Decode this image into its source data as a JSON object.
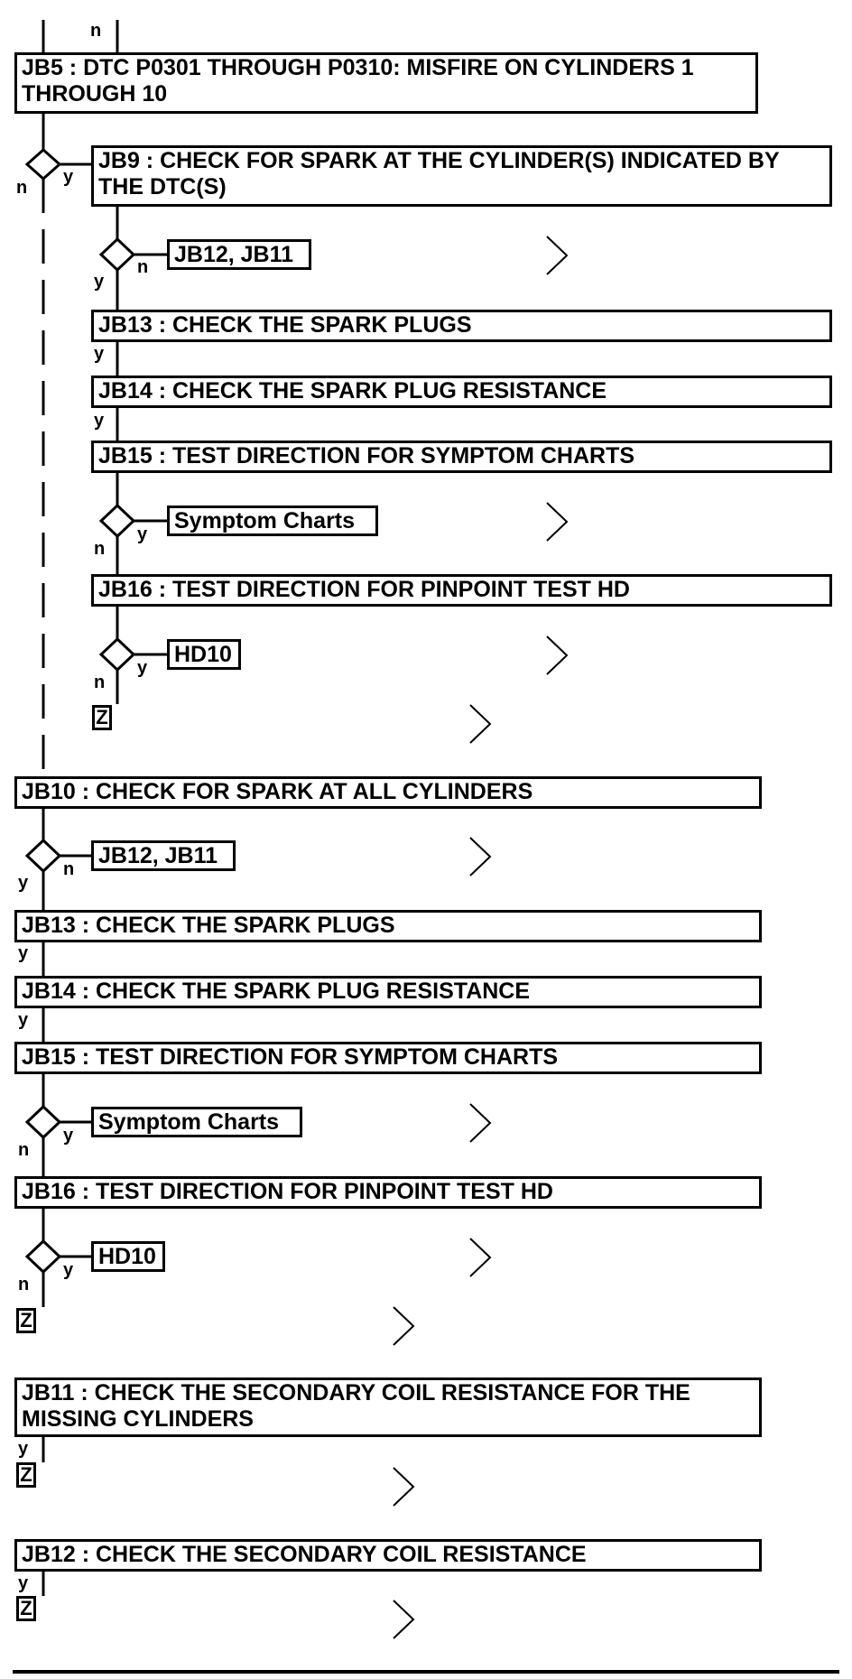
{
  "steps": {
    "jb5": "JB5 : DTC P0301 THROUGH P0310: MISFIRE ON CYLINDERS 1 THROUGH 10",
    "jb9": "JB9 : CHECK FOR SPARK AT THE CYLINDER(S) INDICATED BY THE DTC(S)",
    "jb13a": "JB13 : CHECK THE SPARK PLUGS",
    "jb14a": "JB14 : CHECK THE SPARK PLUG RESISTANCE",
    "jb15a": "JB15 : TEST DIRECTION FOR SYMPTOM CHARTS",
    "jb16a": "JB16 : TEST DIRECTION FOR PINPOINT TEST HD",
    "jb10": "JB10 : CHECK FOR SPARK AT ALL CYLINDERS",
    "jb13b": "JB13 : CHECK THE SPARK PLUGS",
    "jb14b": "JB14 : CHECK THE SPARK PLUG RESISTANCE",
    "jb15b": "JB15 : TEST DIRECTION FOR SYMPTOM CHARTS",
    "jb16b": "JB16 : TEST DIRECTION FOR PINPOINT TEST HD",
    "jb11": "JB11 : CHECK THE SECONDARY COIL RESISTANCE FOR THE MISSING CYLINDERS",
    "jb12": "JB12 : CHECK THE SECONDARY COIL RESISTANCE"
  },
  "targets": {
    "jb12_jb11_a": "JB12, JB11",
    "symptom_a": "Symptom Charts",
    "hd10_a": "HD10",
    "jb12_jb11_b": "JB12, JB11",
    "symptom_b": "Symptom Charts",
    "hd10_b": "HD10"
  },
  "branch": {
    "yes": "y",
    "no": "n"
  },
  "end_marker": "Z"
}
